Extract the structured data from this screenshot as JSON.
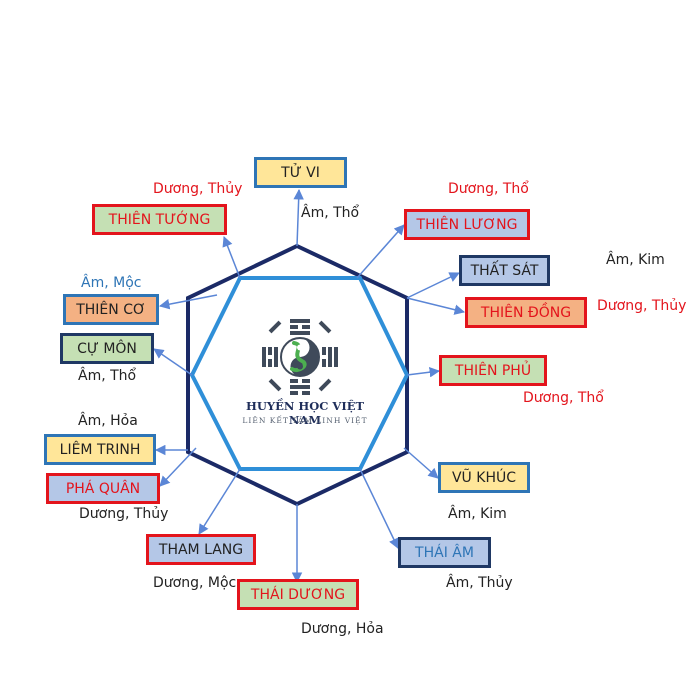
{
  "colors": {
    "outer_hexagon": "#1b2a66",
    "inner_hexagon": "#2f8fd8",
    "arrow": "#5b86d6",
    "border_red": "#e3141c",
    "border_blue": "#2e75b6",
    "fill_yellow": "#ffe699",
    "fill_green": "#c5e0b4",
    "fill_blue": "#b4c7e7",
    "fill_orange": "#f4b183",
    "text_red": "#e3141c",
    "text_dark": "#222222",
    "text_blue": "#2e75b6"
  },
  "logo": {
    "icon": "yin-yang-dragon-trigram-icon",
    "title": "HUYỀN HỌC VIỆT NAM",
    "subtitle": "LIÊN KẾT TÂM LINH VIỆT"
  },
  "stars": {
    "tu_vi": "TỬ VI",
    "thien_tuong": "THIÊN TƯỚNG",
    "thien_luong": "THIÊN LƯƠNG",
    "that_sat": "THẤT SÁT",
    "thien_dong": "THIÊN ĐỒNG",
    "thien_co": "THIÊN CƠ",
    "cu_mon": "CỰ MÔN",
    "thien_phu": "THIÊN PHỦ",
    "liem_trinh": "LIÊM TRINH",
    "pha_quan": "PHÁ QUÂN",
    "vu_khuc": "VŨ KHÚC",
    "tham_lang": "THAM LANG",
    "thai_am": "THÁI ÂM",
    "thai_duong": "THÁI DƯƠNG"
  },
  "notes": {
    "tu_vi": "Âm, Thổ",
    "thien_tuong": "Dương, Thủy",
    "thien_luong": "Dương, Thổ",
    "that_sat": "Âm, Kim",
    "thien_dong": "Dương, Thủy",
    "thien_co": "Âm, Mộc",
    "cu_mon": "Âm, Thổ",
    "thien_phu": "Dương, Thổ",
    "liem_trinh": "Âm, Hỏa",
    "pha_quan": "Dương, Thủy",
    "vu_khuc": "Âm, Kim",
    "tham_lang": "Dương, Mộc",
    "thai_am": "Âm, Thủy",
    "thai_duong": "Dương, Hỏa"
  }
}
